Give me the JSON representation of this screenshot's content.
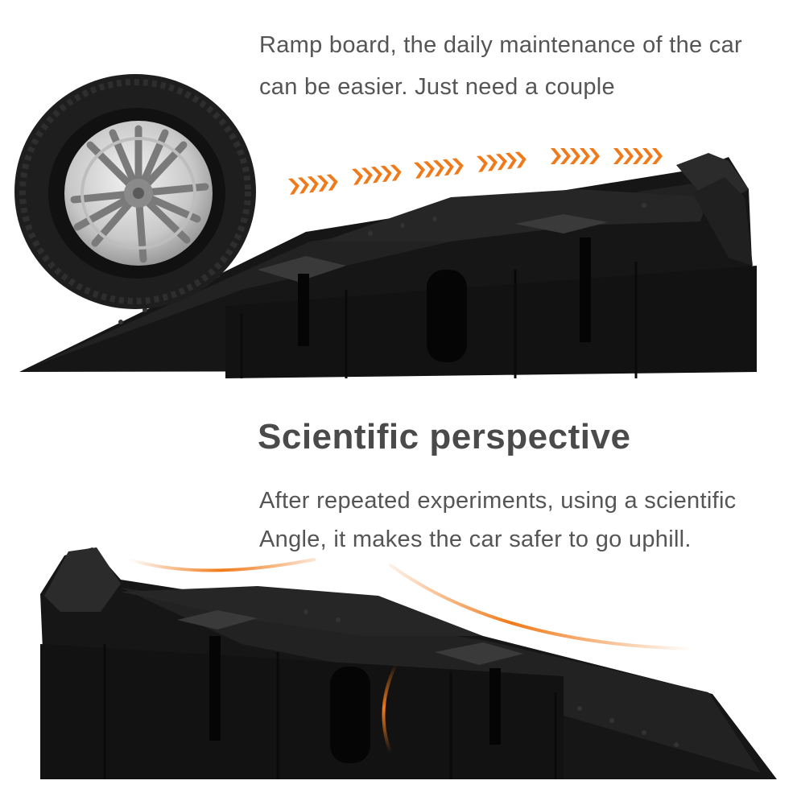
{
  "intro": {
    "line1": "Ramp board, the daily maintenance of the car",
    "line2": "can be easier. Just need a couple"
  },
  "section": {
    "heading": "Scientific perspective",
    "line1": "After repeated experiments, using a scientific",
    "line2": "Angle, it makes the car safer to go uphill."
  },
  "colors": {
    "accent": "#f07a1a",
    "ramp": "#1a1a1a",
    "text": "#555555"
  },
  "icons": [
    "tire-image",
    "direction-arrows-icon",
    "angle-arc-icon",
    "ramp-image"
  ]
}
